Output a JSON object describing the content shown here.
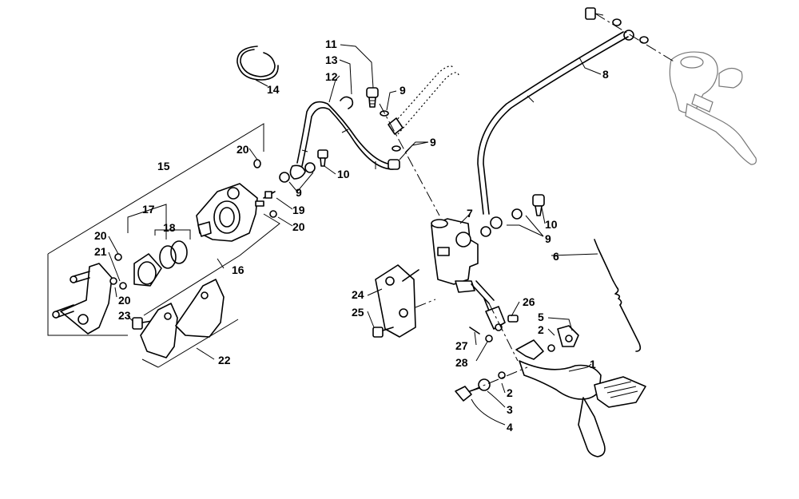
{
  "callouts": {
    "c1": "1",
    "c2a": "2",
    "c2b": "2",
    "c3": "3",
    "c4": "4",
    "c5": "5",
    "c6": "6",
    "c7": "7",
    "c8": "8",
    "c9a": "9",
    "c9b": "9",
    "c9c": "9",
    "c9d": "9",
    "c10a": "10",
    "c10b": "10",
    "c11": "11",
    "c12": "12",
    "c13": "13",
    "c14": "14",
    "c15": "15",
    "c16": "16",
    "c17": "17",
    "c18": "18",
    "c19": "19",
    "c20a": "20",
    "c20b": "20",
    "c20c": "20",
    "c20d": "20",
    "c21": "21",
    "c22": "22",
    "c23": "23",
    "c24": "24",
    "c25": "25",
    "c26": "26",
    "c27": "27",
    "c28": "28"
  }
}
